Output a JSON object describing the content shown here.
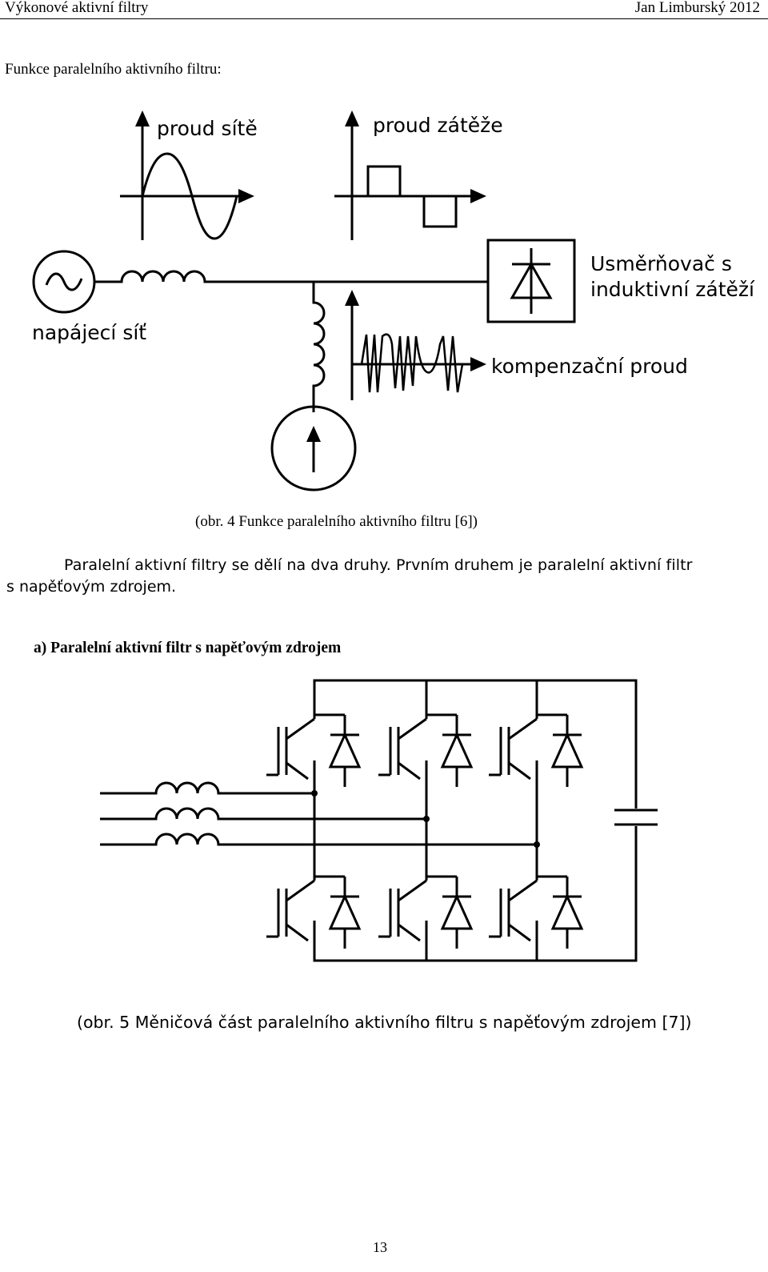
{
  "header": {
    "left": "Výkonové aktivní filtry",
    "right": "Jan Limburský 2012"
  },
  "section_intro": "Funkce paralelního aktivního filtru:",
  "figure4": {
    "labels": {
      "grid_current": "proud sítě",
      "load_current": "proud zátěže",
      "rectifier_line1": "Usměrňovač s",
      "rectifier_line2": "induktivní zátěží",
      "supply": "napájecí síť",
      "compensation": "kompenzační proud"
    },
    "caption": "(obr. 4 Funkce paralelního aktivního filtru [6])"
  },
  "paragraph": {
    "line1": "Paralelní aktivní filtry se dělí na dva druhy. Prvním druhem je paralelní aktivní filtr",
    "line2": "s napěťovým zdrojem."
  },
  "heading_a": "a)  Paralelní aktivní filtr s napěťovým zdrojem",
  "figure5": {
    "caption": "(obr. 5 Měničová část paralelního aktivního filtru s napěťovým zdrojem [7])"
  },
  "page_number": "13"
}
